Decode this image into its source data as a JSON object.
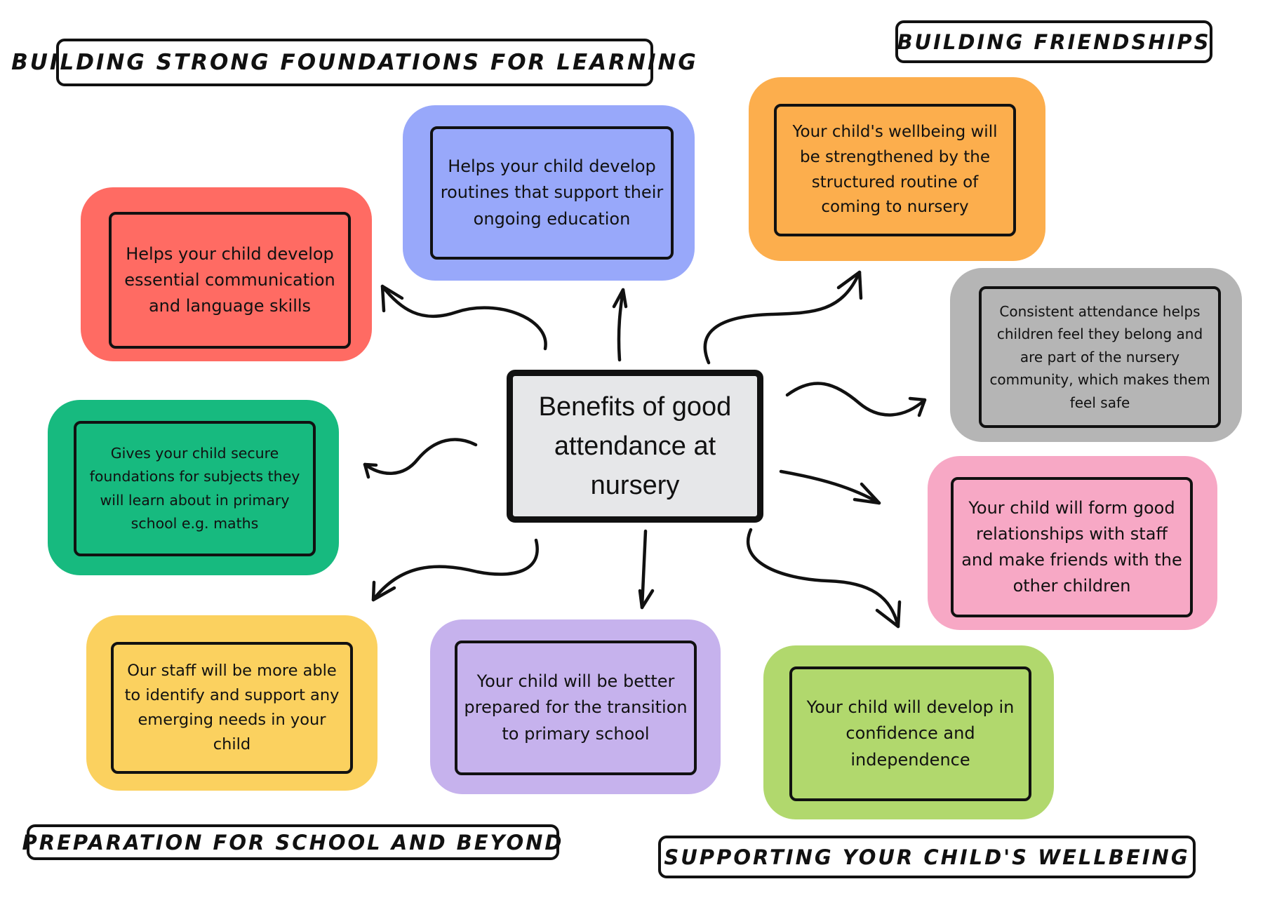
{
  "title": "Benefits of good attendance at nursery",
  "section_labels": {
    "learning": "Building strong foundations for learning",
    "friendships": "Building friendships",
    "school": "Preparation for school and beyond",
    "wellbeing": "Supporting your child's wellbeing"
  },
  "cards": {
    "communication": {
      "text": "Helps your child develop essential communication and language skills",
      "color": "#ff6b63"
    },
    "routines": {
      "text": "Helps your child develop routines that support their ongoing education",
      "color": "#98a8fa"
    },
    "wellbeing_routine": {
      "text": "Your child's wellbeing will be strengthened by the structured routine of coming to nursery",
      "color": "#fcae4d"
    },
    "belonging": {
      "text": "Consistent attendance helps children feel they belong and are part of the nursery community, which makes them feel safe",
      "color": "#b5b5b5"
    },
    "foundations": {
      "text": "Gives your child secure foundations for subjects they will learn about in primary school e.g. maths",
      "color": "#17ba7f"
    },
    "relationships": {
      "text": "Your child will form good relationships with staff and  make friends with the other children",
      "color": "#f7a8c5"
    },
    "emerging_needs": {
      "text": "Our staff will be more able to identify and support any emerging needs in your child",
      "color": "#fbd15f"
    },
    "transition": {
      "text": "Your child will be better prepared for the transition to primary school",
      "color": "#c6b2ed"
    },
    "confidence": {
      "text": "Your child will develop in confidence and independence",
      "color": "#b1d86d"
    }
  },
  "center_color": "#e6e7e9"
}
